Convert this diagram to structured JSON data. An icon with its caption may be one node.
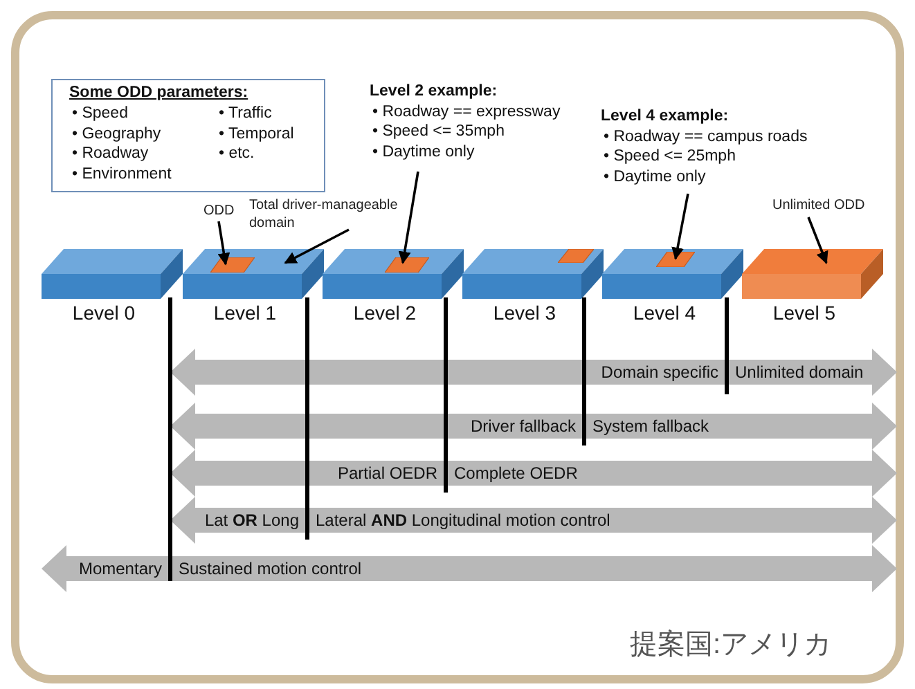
{
  "diagram": {
    "nodes": [
      {
        "text": [
          "Some ODD parameters:",
          "• Speed",
          "• Geography",
          "• Roadway",
          "• Environment",
          "• Traffic",
          "• Temporal",
          "• etc."
        ]
      },
      {
        "text": [
          "Level 2 example:",
          "• Roadway == expressway",
          "• Speed <= 35mph",
          "• Daytime only"
        ]
      },
      {
        "text": [
          "Level 4 example:",
          "• Roadway == campus roads",
          "• Speed <= 25mph",
          "• Daytime only"
        ]
      },
      {
        "text": [
          "ODD"
        ]
      },
      {
        "text": [
          "Total driver-manageable domain"
        ]
      },
      {
        "text": [
          "Unlimited ODD"
        ]
      },
      {
        "text": [
          "Level 0"
        ]
      },
      {
        "text": [
          "Level 1"
        ]
      },
      {
        "text": [],
        "shape": "box",
        "in": 7
      },
      {
        "text": [
          "Level 2"
        ]
      },
      {
        "text": [],
        "shape": "box",
        "in": 9
      },
      {
        "text": [
          "Level 3"
        ]
      },
      {
        "text": [],
        "shape": "box",
        "in": 11
      },
      {
        "text": [
          "Level 4"
        ]
      },
      {
        "text": [],
        "shape": "box",
        "in": 13
      },
      {
        "text": [
          "Level 5"
        ]
      },
      {
        "text": [
          "Domain specific",
          "Unlimited domain"
        ]
      },
      {
        "text": [
          "Driver fallback",
          "System fallback"
        ]
      },
      {
        "text": [
          "Partial OEDR",
          "Complete OEDR"
        ]
      },
      {
        "text": [
          "Lat **OR** Long",
          "Lateral **AND** Longitudinal motion control"
        ]
      },
      {
        "text": [
          "Momentary",
          "Sustained motion control"
        ]
      }
    ],
    "edges": [
      {
        "from": 3,
        "to": 8,
        "arrow": "to"
      },
      {
        "from": 4,
        "to": 7,
        "arrow": "to"
      },
      {
        "from": 1,
        "to": 10,
        "arrow": "to"
      },
      {
        "from": 2,
        "to": 14,
        "arrow": "to"
      },
      {
        "from": 5,
        "to": 15,
        "arrow": "to"
      }
    ],
    "labels": [
      "提案国:アメリカ"
    ]
  }
}
